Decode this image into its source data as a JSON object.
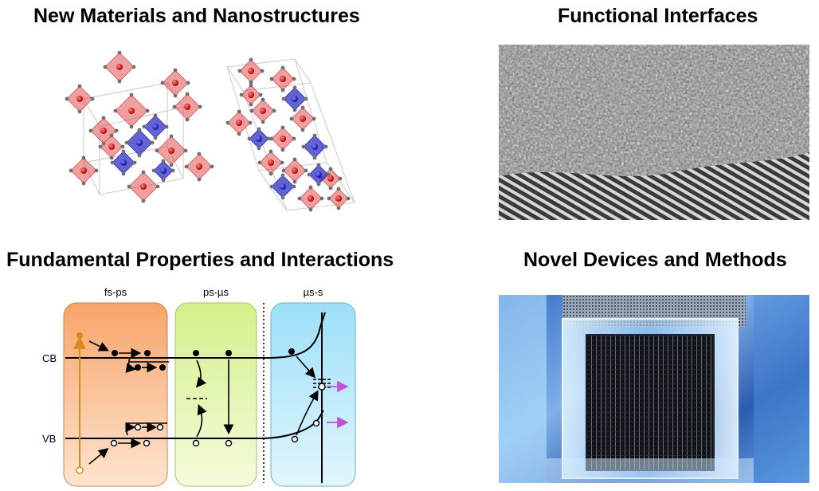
{
  "titles": {
    "materials": "New Materials and Nanostructures",
    "interfaces": "Functional Interfaces",
    "fundamental": "Fundamental Properties and Interactions",
    "devices": "Novel Devices and Methods"
  },
  "diagram": {
    "timescales": [
      "fs-ps",
      "ps-µs",
      "µs-s"
    ],
    "band_labels": {
      "conduction": "CB",
      "valence": "VB"
    }
  },
  "colors": {
    "panel_fs": "#f9b98c",
    "panel_ps": "#dff5a6",
    "panel_us": "#aee3f5",
    "excitation_arrow": "#d98b1a",
    "extraction_arrow": "#c050e0",
    "octahedra_red": "#e05050",
    "octahedra_blue": "#3030c0"
  }
}
